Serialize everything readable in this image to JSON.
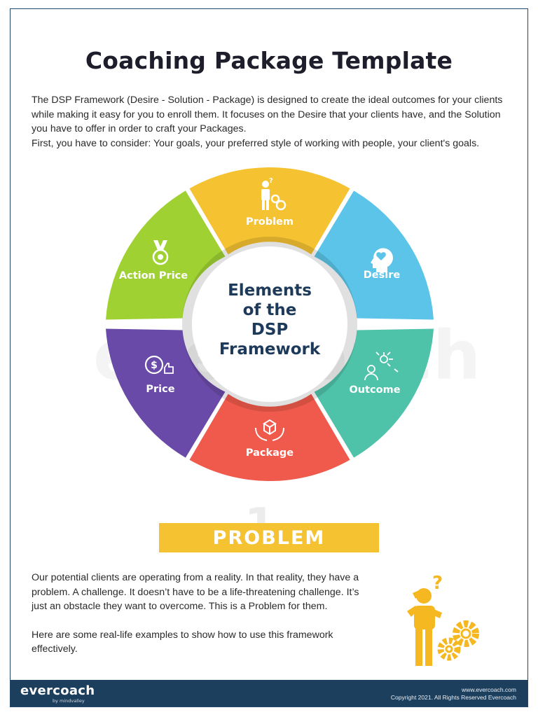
{
  "title": "Coaching Package Template",
  "intro": {
    "paragraph1": "The DSP Framework (Desire - Solution - Package) is designed to create the ideal outcomes for your clients while making it easy for you to enroll them. It focuses on the Desire that your clients have, and the Solution you have to offer in order to craft your Packages.",
    "paragraph2": "First, you have to consider: Your goals, your preferred style of working with people, your client's goals."
  },
  "wheel": {
    "center_lines": [
      "Elements",
      "of the",
      "DSP",
      "Framework"
    ],
    "segments": [
      {
        "label": "Problem",
        "color": "#f5c232",
        "icon": "thinking-person-gears-icon"
      },
      {
        "label": "Desire",
        "color": "#5bc4e8",
        "icon": "head-heart-icon"
      },
      {
        "label": "Outcome",
        "color": "#4fc3a9",
        "icon": "network-person-icon"
      },
      {
        "label": "Package",
        "color": "#ef5a4c",
        "icon": "hands-box-icon"
      },
      {
        "label": "Price",
        "color": "#6a4aa8",
        "icon": "dollar-coin-thumbs-up-icon"
      },
      {
        "label": "Action Price",
        "color": "#9fd133",
        "icon": "medal-icon"
      }
    ],
    "watermark": "evercoach"
  },
  "section": {
    "number": "1",
    "banner": "PROBLEM",
    "banner_color": "#f5c232",
    "paragraph1": "Our potential clients are operating from a reality. In that reality, they have a problem. A challenge. It doesn’t have to be a life-threatening challenge. It’s just an obstacle they want to overcome. This is a Problem for them.",
    "paragraph2": "Here are some real-life examples to show how to use this framework effectively."
  },
  "footer": {
    "logo": "evercoach",
    "logo_sub": "by mindvalley",
    "website": "www.evercoach.com",
    "copyright": "Copyright 2021. All Rights Reserved Evercoach",
    "color": "#1d3f5e"
  }
}
